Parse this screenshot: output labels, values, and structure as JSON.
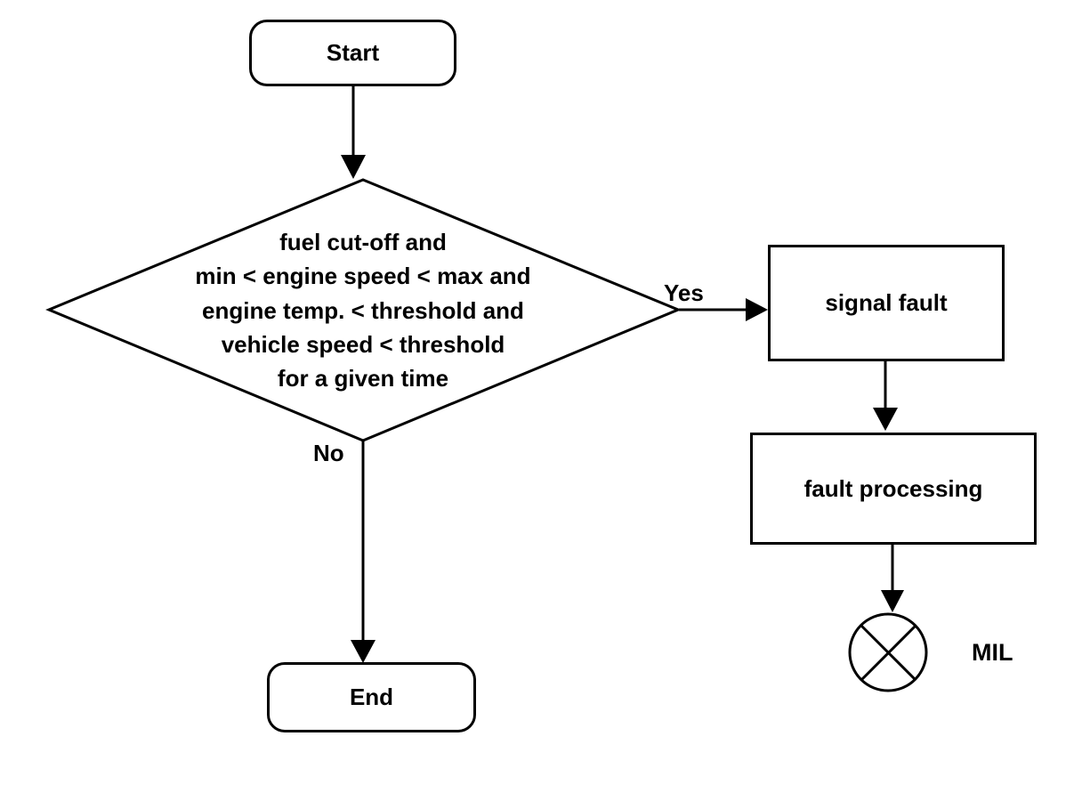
{
  "diagram": {
    "type": "flowchart",
    "colors": {
      "background": "#ffffff",
      "stroke": "#000000",
      "text": "#000000"
    },
    "nodes": {
      "start": {
        "shape": "terminator",
        "label": "Start"
      },
      "decision": {
        "shape": "diamond",
        "lines": [
          "fuel cut-off and",
          "min < engine speed < max and",
          "engine temp. < threshold and",
          "vehicle speed < threshold",
          "for a given time"
        ]
      },
      "signal_fault": {
        "shape": "process",
        "label": "signal fault"
      },
      "fault_processing": {
        "shape": "process",
        "label": "fault processing"
      },
      "mil_lamp": {
        "shape": "circle-x-lamp",
        "label": "MIL"
      },
      "end": {
        "shape": "terminator",
        "label": "End"
      }
    },
    "edges": [
      {
        "from": "start",
        "to": "decision",
        "label": ""
      },
      {
        "from": "decision",
        "to": "signal_fault",
        "label": "Yes"
      },
      {
        "from": "decision",
        "to": "end",
        "label": "No"
      },
      {
        "from": "signal_fault",
        "to": "fault_processing",
        "label": ""
      },
      {
        "from": "fault_processing",
        "to": "mil_lamp",
        "label": ""
      }
    ]
  }
}
